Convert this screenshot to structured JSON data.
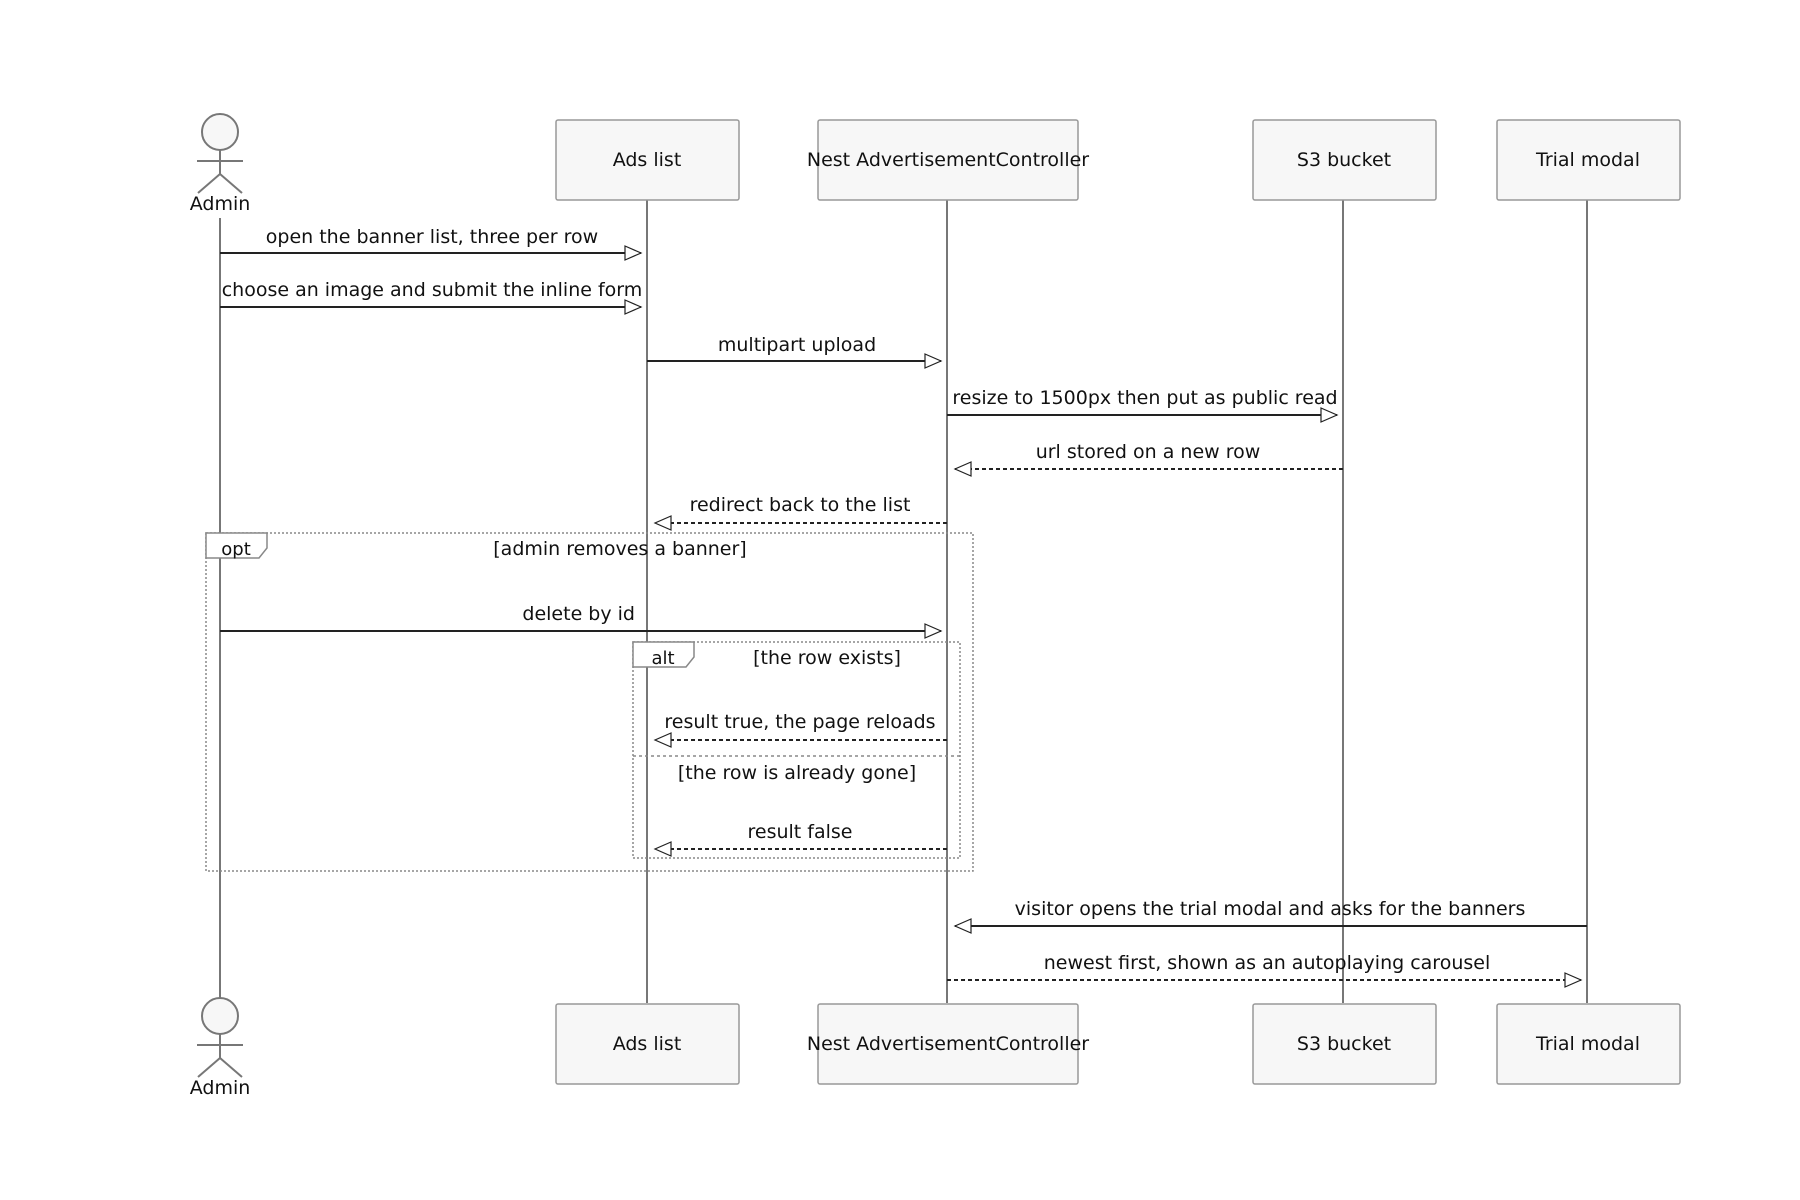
{
  "participants": [
    {
      "id": "admin",
      "label": "Admin",
      "kind": "actor"
    },
    {
      "id": "ads",
      "label": "Ads list",
      "kind": "box"
    },
    {
      "id": "nest",
      "label": "Nest AdvertisementController",
      "kind": "box"
    },
    {
      "id": "s3",
      "label": "S3 bucket",
      "kind": "box"
    },
    {
      "id": "trial",
      "label": "Trial modal",
      "kind": "box"
    }
  ],
  "messages": [
    {
      "from": "admin",
      "to": "ads",
      "label": "open the banner list, three per row",
      "style": "solid"
    },
    {
      "from": "admin",
      "to": "ads",
      "label": "choose an image and submit the inline form",
      "style": "solid"
    },
    {
      "from": "ads",
      "to": "nest",
      "label": "multipart upload",
      "style": "solid"
    },
    {
      "from": "nest",
      "to": "s3",
      "label": "resize to 1500px then put as public read",
      "style": "solid"
    },
    {
      "from": "s3",
      "to": "nest",
      "label": "url stored on a new row",
      "style": "dashed"
    },
    {
      "from": "nest",
      "to": "ads",
      "label": "redirect back to the list",
      "style": "dashed"
    },
    {
      "from": "admin",
      "to": "nest",
      "label": "delete by id",
      "style": "solid"
    },
    {
      "from": "nest",
      "to": "ads",
      "label": "result true, the page reloads",
      "style": "dashed"
    },
    {
      "from": "nest",
      "to": "ads",
      "label": "result false",
      "style": "dashed"
    },
    {
      "from": "trial",
      "to": "nest",
      "label": "visitor opens the trial modal and asks for the banners",
      "style": "solid"
    },
    {
      "from": "nest",
      "to": "trial",
      "label": "newest first, shown as an autoplaying carousel",
      "style": "dashed"
    }
  ],
  "fragments": {
    "opt": {
      "tag": "opt",
      "condition": "[admin removes a banner]"
    },
    "alt": {
      "tag": "alt",
      "condition": "[the row exists]",
      "else_condition": "[the row is already gone]"
    }
  },
  "colors": {
    "line": "#777777",
    "box_border": "#999999",
    "box_fill": "#f7f7f7",
    "text": "#111111",
    "arrow_fill": "#ffffff"
  }
}
